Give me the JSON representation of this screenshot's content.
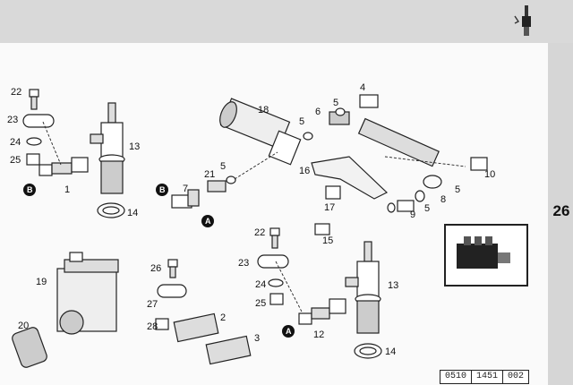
{
  "page_number": "26",
  "document_number": [
    "0510",
    "1451",
    "002"
  ],
  "part_labels": {
    "upper_left": [
      "22",
      "23",
      "24",
      "25",
      "1",
      "13",
      "14"
    ],
    "upper_mid": [
      "18",
      "21",
      "5",
      "7",
      "5",
      "6",
      "4",
      "5",
      "16",
      "17",
      "15",
      "5",
      "8",
      "9",
      "5",
      "10"
    ],
    "lower": [
      "19",
      "20",
      "26",
      "27",
      "28",
      "2",
      "3",
      "22",
      "23",
      "24",
      "25",
      "12",
      "13",
      "14"
    ]
  },
  "markers": [
    "B",
    "B",
    "A",
    "A"
  ]
}
